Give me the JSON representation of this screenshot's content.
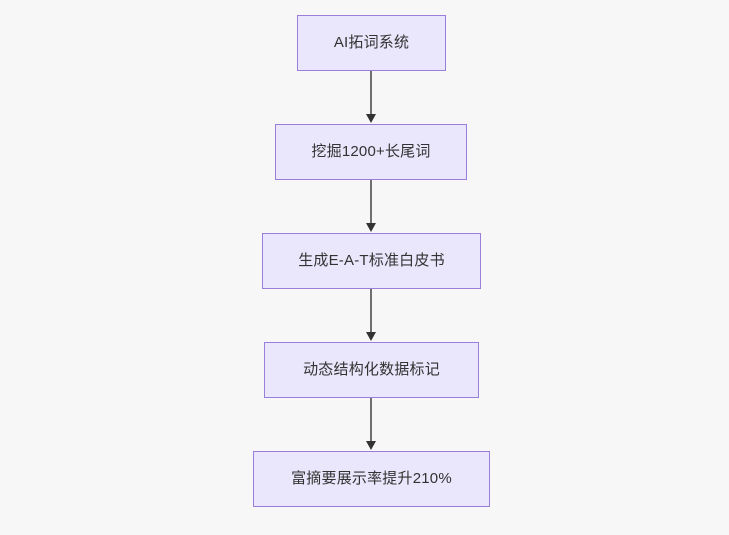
{
  "diagram": {
    "type": "flowchart",
    "direction": "top-to-bottom",
    "background_color": "#f7f7f8",
    "node_fill_color": "#eae6fb",
    "node_border_color": "#9a7edb",
    "node_text_color": "#333333",
    "edge_color": "#6f6f6f",
    "arrowhead_color": "#333333",
    "nodes": [
      {
        "id": "n1",
        "label": "AI拓词系统"
      },
      {
        "id": "n2",
        "label": "挖掘1200+长尾词"
      },
      {
        "id": "n3",
        "label": "生成E-A-T标准白皮书"
      },
      {
        "id": "n4",
        "label": "动态结构化数据标记"
      },
      {
        "id": "n5",
        "label": "富摘要展示率提升210%"
      }
    ],
    "edges": [
      {
        "from": "n1",
        "to": "n2",
        "label": ""
      },
      {
        "from": "n2",
        "to": "n3",
        "label": ""
      },
      {
        "from": "n3",
        "to": "n4",
        "label": ""
      },
      {
        "from": "n4",
        "to": "n5",
        "label": ""
      }
    ]
  }
}
